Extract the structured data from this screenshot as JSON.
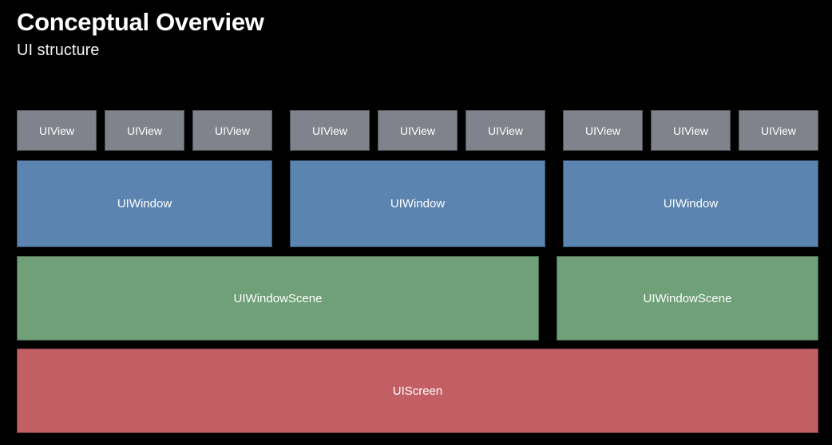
{
  "header": {
    "title": "Conceptual Overview",
    "subtitle": "UI structure"
  },
  "colors": {
    "background": "#000000",
    "title_text": "#ffffff",
    "subtitle_text": "#f2f2f2",
    "node_text": "#ffffff",
    "uiview": "#80838c",
    "uiwindow": "#5b84b1",
    "uiwindowscene": "#6fa078",
    "uiscreen": "#c25f65"
  },
  "diagram": {
    "layers": [
      {
        "name": "uiview-layer",
        "label": "UIView",
        "groups": [
          {
            "nodes": [
              "UIView",
              "UIView",
              "UIView"
            ]
          },
          {
            "nodes": [
              "UIView",
              "UIView",
              "UIView"
            ]
          },
          {
            "nodes": [
              "UIView",
              "UIView",
              "UIView"
            ]
          }
        ]
      },
      {
        "name": "uiwindow-layer",
        "label": "UIWindow",
        "nodes": [
          "UIWindow",
          "UIWindow",
          "UIWindow"
        ]
      },
      {
        "name": "uiwindowscene-layer",
        "label": "UIWindowScene",
        "nodes": [
          "UIWindowScene",
          "UIWindowScene"
        ]
      },
      {
        "name": "uiscreen-layer",
        "label": "UIScreen",
        "nodes": [
          "UIScreen"
        ]
      }
    ]
  }
}
